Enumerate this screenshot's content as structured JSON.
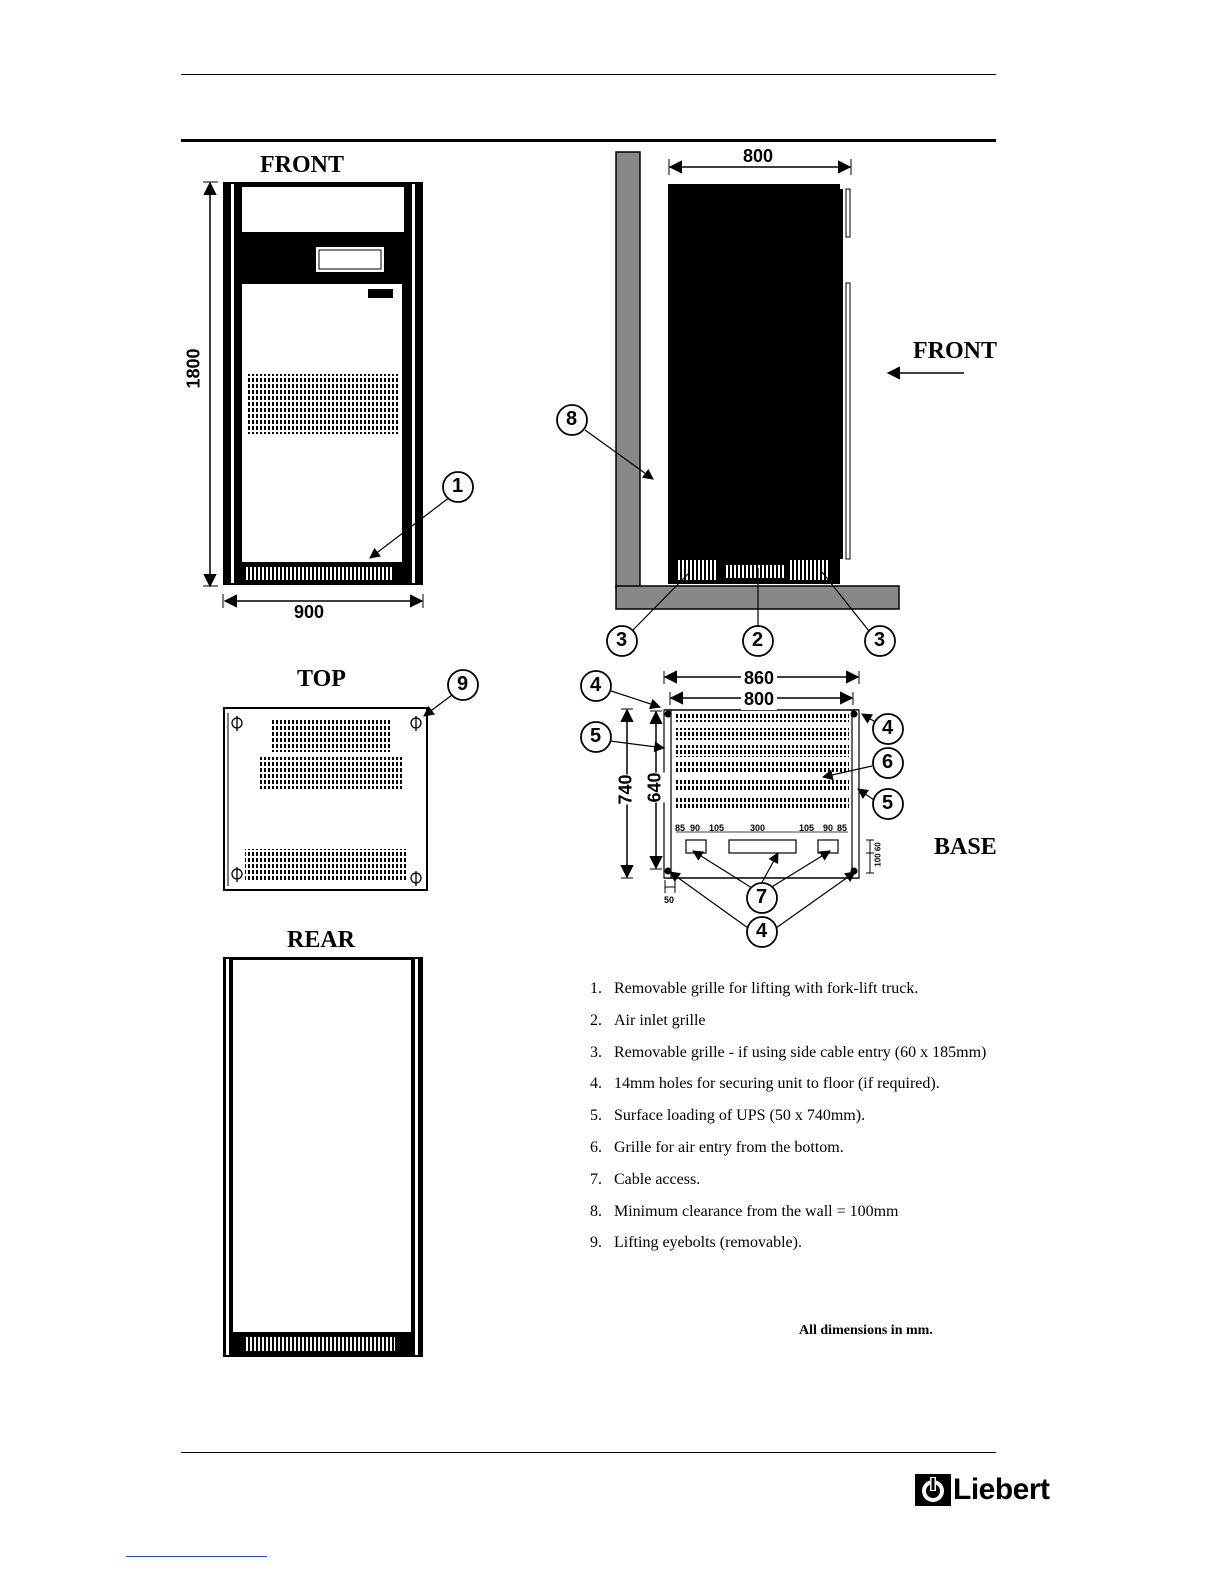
{
  "views": {
    "front": "FRONT",
    "top": "TOP",
    "rear": "REAR",
    "side_front": "FRONT",
    "base": "BASE"
  },
  "dimensions": {
    "front_height": "1800",
    "front_width": "900",
    "side_depth": "800",
    "base_outer_width": "860",
    "base_inner_width": "800",
    "base_outer_depth": "740",
    "base_inner_depth": "640",
    "base_segments": [
      "85",
      "90",
      "105",
      "300",
      "105",
      "90",
      "85"
    ],
    "base_side_small": "100 60",
    "base_bottom_small": "50"
  },
  "callouts": [
    "1",
    "2",
    "3",
    "4",
    "5",
    "6",
    "7",
    "8",
    "9"
  ],
  "notes": [
    {
      "num": "1.",
      "text": "Removable grille for lifting with fork-lift truck."
    },
    {
      "num": "2.",
      "text": "Air inlet grille"
    },
    {
      "num": "3.",
      "text": "Removable grille - if using side cable entry (60 x 185mm)"
    },
    {
      "num": "4.",
      "text": "14mm holes for securing unit to floor (if required)."
    },
    {
      "num": "5.",
      "text": "Surface loading of UPS (50 x 740mm)."
    },
    {
      "num": "6.",
      "text": "Grille for air entry from the bottom."
    },
    {
      "num": "7.",
      "text": "Cable access."
    },
    {
      "num": "8.",
      "text": "Minimum clearance from the wall = 100mm"
    },
    {
      "num": "9.",
      "text": "Lifting eyebolts (removable)."
    }
  ],
  "units_note": "All dimensions in mm.",
  "brand": "Liebert"
}
